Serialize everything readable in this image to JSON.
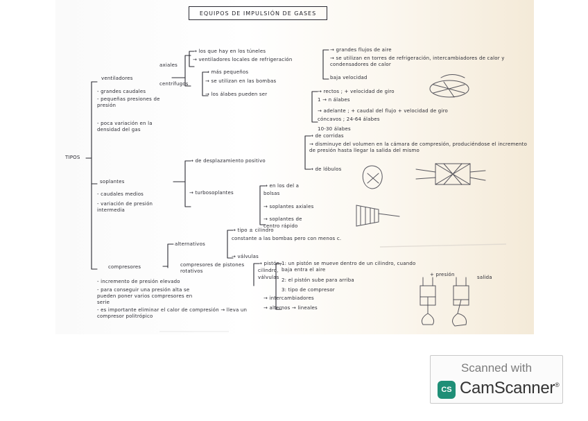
{
  "document": {
    "title": "EQUIPOS DE IMPULSIÓN DE GASES",
    "root": "TIPOS",
    "ventiladores": {
      "label": "ventiladores",
      "notes": [
        "- grandes caudales",
        "- pequeñas presiones de presión",
        "- poca variación en la densidad del gas"
      ],
      "axial": {
        "label": "axiales",
        "items": [
          "→ los que hay en los túneles",
          "→ ventiladores locales de refrigeración"
        ],
        "detail": [
          "→ grandes flujos de aire",
          "→ se utilizan en torres de refrigeración, intercambiadores de calor y condensadores de calor",
          "  baja velocidad"
        ]
      },
      "centrifugo": {
        "label": "centrífugos",
        "items": [
          "→ más pequeños",
          "→ se utilizan en las bombas",
          "→ los álabes pueden ser"
        ],
        "detail": [
          "→ rectos ; + velocidad de giro",
          "      1 → n álabes",
          "→ adelante ; + caudal del flujo + velocidad de giro",
          "     cóncavos ;      24-64 álabes",
          "      10-30 álabes"
        ]
      }
    },
    "soplantes": {
      "label": "soplantes",
      "notes": [
        "- caudales medios",
        "- variación de presión intermedia"
      ],
      "desplazamiento": {
        "label": "→ de desplazamiento positivo",
        "detail": [
          "→ de corridas",
          "  → disminuye del volumen en la cámara de compresión, produciéndose el incremento de presión hasta llegar la salida del mismo",
          "→ de lóbulos"
        ]
      },
      "turbo": {
        "label": "→ turbosoplantes",
        "detail": [
          "→ en los     del a",
          "   bolsas",
          "→ soplantes axiales",
          "→ soplantes de",
          "   centro rápido"
        ]
      }
    },
    "compresores": {
      "label": "compresores",
      "notes": [
        "- incremento de presión elevado",
        "- para conseguir una presión alta se pueden poner varios compresores en serie",
        "- es importante eliminar el calor de compresión → lleva un compresor politrópico"
      ],
      "alternativos": {
        "label": "alternativos",
        "detail": [
          "→ tipo ± cilindro",
          "   constante a las bombas pero con menos c.",
          "→ válvulas"
        ]
      },
      "piston": {
        "label": "compresores de pistones rotativos",
        "detail": [
          "→ pistón,",
          "   cilindro,",
          "   válvulas",
          "1: un pistón se mueve dentro de un cilindro, cuando baja entra el aire",
          "2: el pistón sube para arriba",
          "3: tipo de compresor",
          "→ intercambiadores",
          "   → alternos → lineales"
        ]
      },
      "labels": [
        "+ presión",
        "salida"
      ]
    }
  },
  "scanner": {
    "caption": "Scanned with",
    "logo_text": "CS",
    "name": "CamScanner",
    "mark": "®"
  }
}
